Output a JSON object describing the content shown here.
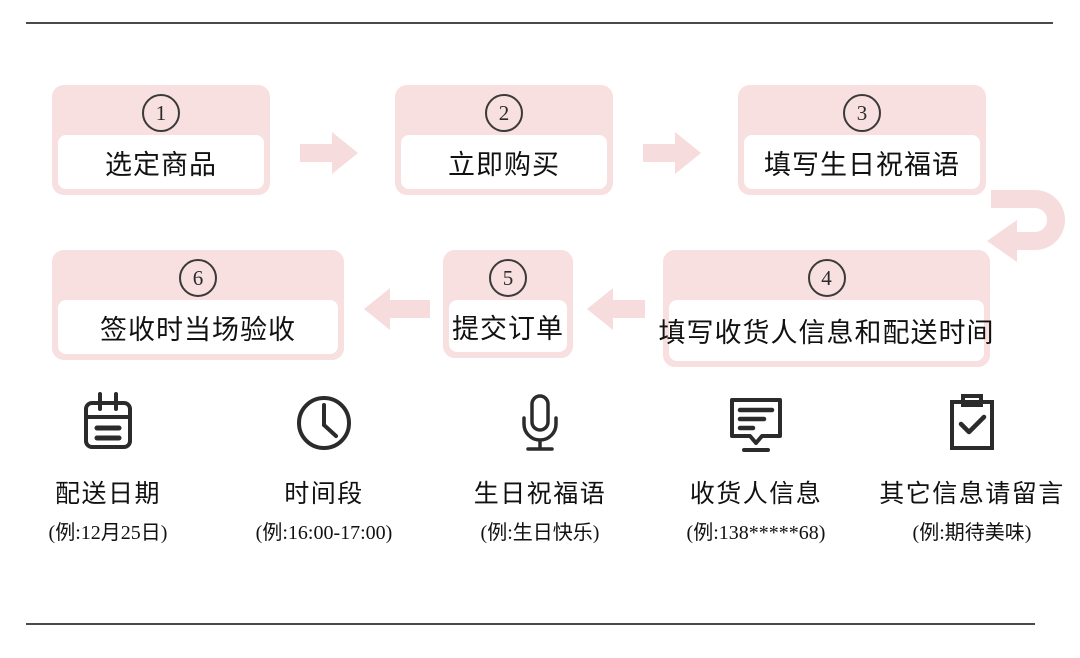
{
  "colors": {
    "accent_pink": "#f8dfe0",
    "arrow_pink": "#f6dcdd",
    "ink": "#1d1d1d",
    "divider": "#4a4a4a",
    "panel_white": "#ffffff"
  },
  "flow": {
    "steps": [
      {
        "number": "①",
        "number_plain": "1",
        "label": "选定商品"
      },
      {
        "number": "②",
        "number_plain": "2",
        "label": "立即购买"
      },
      {
        "number": "③",
        "number_plain": "3",
        "label": "填写生日祝福语"
      },
      {
        "number": "④",
        "number_plain": "4",
        "label": "填写收货人信息和配送时间"
      },
      {
        "number": "⑤",
        "number_plain": "5",
        "label": "提交订单"
      },
      {
        "number": "⑥",
        "number_plain": "6",
        "label": "签收时当场验收"
      }
    ],
    "connectors": [
      {
        "name": "arrow-step1-to-step2",
        "direction": "right"
      },
      {
        "name": "arrow-step2-to-step3",
        "direction": "right"
      },
      {
        "name": "arrow-step3-to-step4",
        "direction": "u-turn-down-left"
      },
      {
        "name": "arrow-step4-to-step5",
        "direction": "left"
      },
      {
        "name": "arrow-step5-to-step6",
        "direction": "left"
      }
    ]
  },
  "features": [
    {
      "icon": "calendar-icon",
      "title": "配送日期",
      "example": "(例:12月25日)"
    },
    {
      "icon": "clock-icon",
      "title": "时间段",
      "example": "(例:16:00-17:00)"
    },
    {
      "icon": "microphone-icon",
      "title": "生日祝福语",
      "example": "(例:生日快乐)"
    },
    {
      "icon": "form-note-icon",
      "title": "收货人信息",
      "example": "(例:138*****68)"
    },
    {
      "icon": "clipboard-check-icon",
      "title": "其它信息请留言",
      "example": "(例:期待美味)"
    }
  ]
}
